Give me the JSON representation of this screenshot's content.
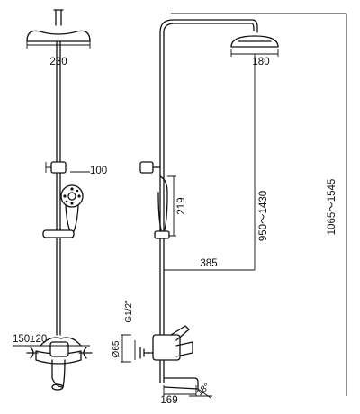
{
  "dimensions": {
    "head_left_width": "230",
    "head_right_width": "180",
    "handshower_diameter": "100",
    "handshower_height": "219",
    "arm_reach": "385",
    "head_height_range": "950～1430",
    "total_height_range": "1065～1545",
    "inlet_spacing": "150±20",
    "pipe_diameter": "Ø65",
    "thread_size": "G1/2\"",
    "spout_projection": "169",
    "spout_angle": "18°"
  }
}
